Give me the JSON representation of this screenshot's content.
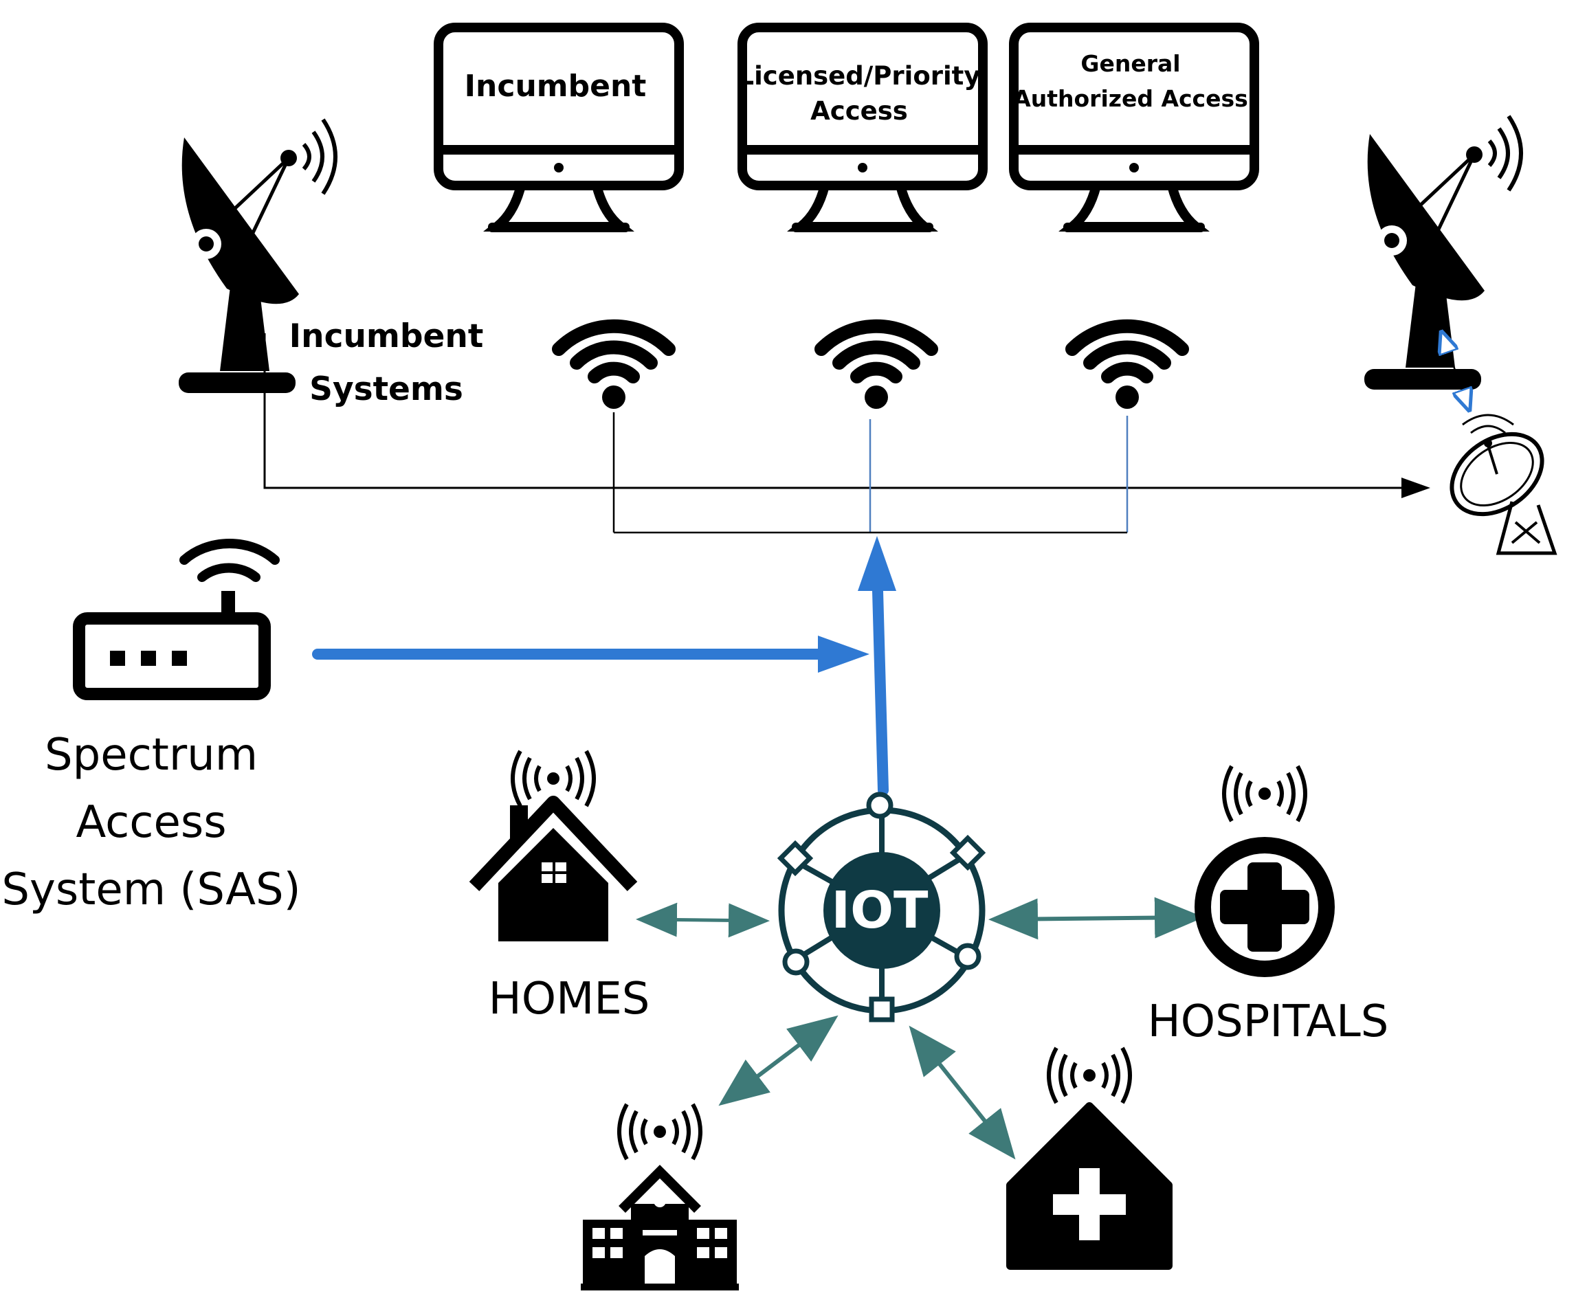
{
  "monitors": {
    "incumbent": {
      "line1": "Incumbent",
      "line2": ""
    },
    "licensed": {
      "line1": "Licensed/Priority",
      "line2": "Access"
    },
    "general": {
      "line1": "General",
      "line2": "Authorized Access"
    }
  },
  "incumbent_systems": {
    "line1": "Incumbent",
    "line2": "Systems"
  },
  "sas": {
    "line1": "Spectrum",
    "line2": "Access",
    "line3": "System (SAS)"
  },
  "iot": {
    "label": "IOT"
  },
  "homes": {
    "label": "HOMES"
  },
  "hospitals": {
    "label": "HOSPITALS"
  },
  "colors": {
    "ink": "#000000",
    "blue_arrow": "#2f79d3",
    "thin_blue_line": "#4f7fbf",
    "teal_arrow": "#3e7a78",
    "iot_dark": "#0f3a44"
  }
}
